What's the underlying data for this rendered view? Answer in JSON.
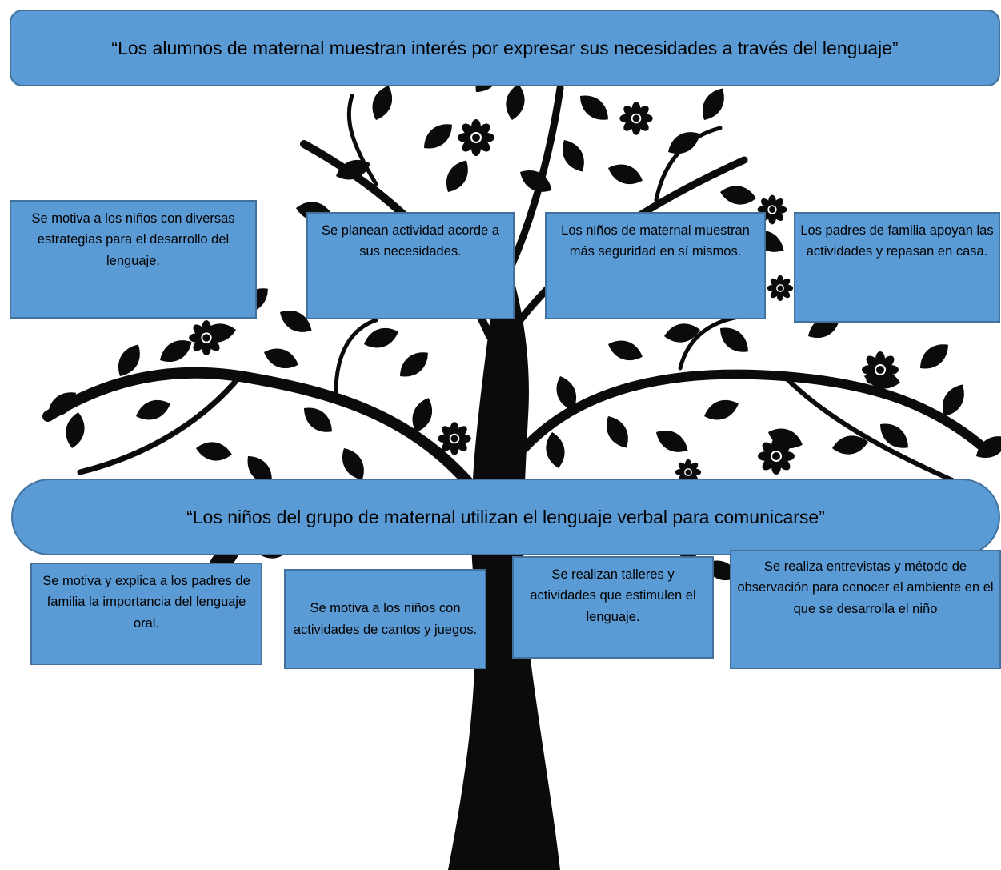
{
  "effect": {
    "text": "“Los alumnos de maternal muestran interés por expresar sus necesidades a través del lenguaje”",
    "items": [
      "Se motiva a los niños con diversas estrategias para el desarrollo del lenguaje.",
      "Se planean actividad acorde a sus necesidades.",
      "Los niños de maternal muestran más seguridad en sí mismos.",
      "Los padres de familia apoyan las actividades y repasan en casa."
    ]
  },
  "problem": {
    "text": "“Los niños del grupo de maternal utilizan el lenguaje verbal para comunicarse”"
  },
  "causes": {
    "items": [
      "Se motiva y explica a los padres de familia la importancia del lenguaje oral.",
      "Se motiva a los niños con actividades de cantos y juegos.",
      "Se realizan talleres y actividades que estimulen el lenguaje.",
      "Se realiza entrevistas y método de observación para conocer el ambiente en el que se desarrolla el niño"
    ]
  },
  "colors": {
    "box_fill": "#5b9bd5",
    "box_border": "#41719c",
    "tree": "#0b0b0b"
  }
}
